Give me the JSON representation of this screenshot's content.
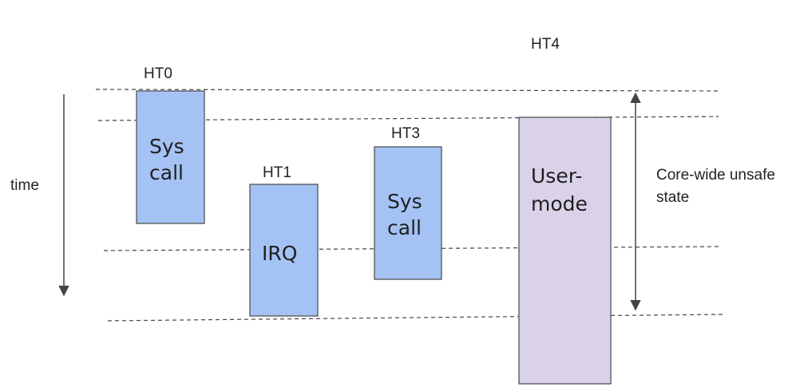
{
  "time_label": "time",
  "threads": [
    {
      "header": "HT0",
      "lines": [
        "Sys",
        "call"
      ],
      "color": "#a4c2f4"
    },
    {
      "header": "HT1",
      "lines": [
        "IRQ"
      ],
      "color": "#a4c2f4"
    },
    {
      "header": "HT3",
      "lines": [
        "Sys",
        "call"
      ],
      "color": "#a4c2f4"
    },
    {
      "header": "HT4",
      "lines": [
        "User-",
        "mode"
      ],
      "color": "#d9d2e9"
    }
  ],
  "annotation": {
    "lines": [
      "Core-wide unsafe",
      "state"
    ]
  }
}
